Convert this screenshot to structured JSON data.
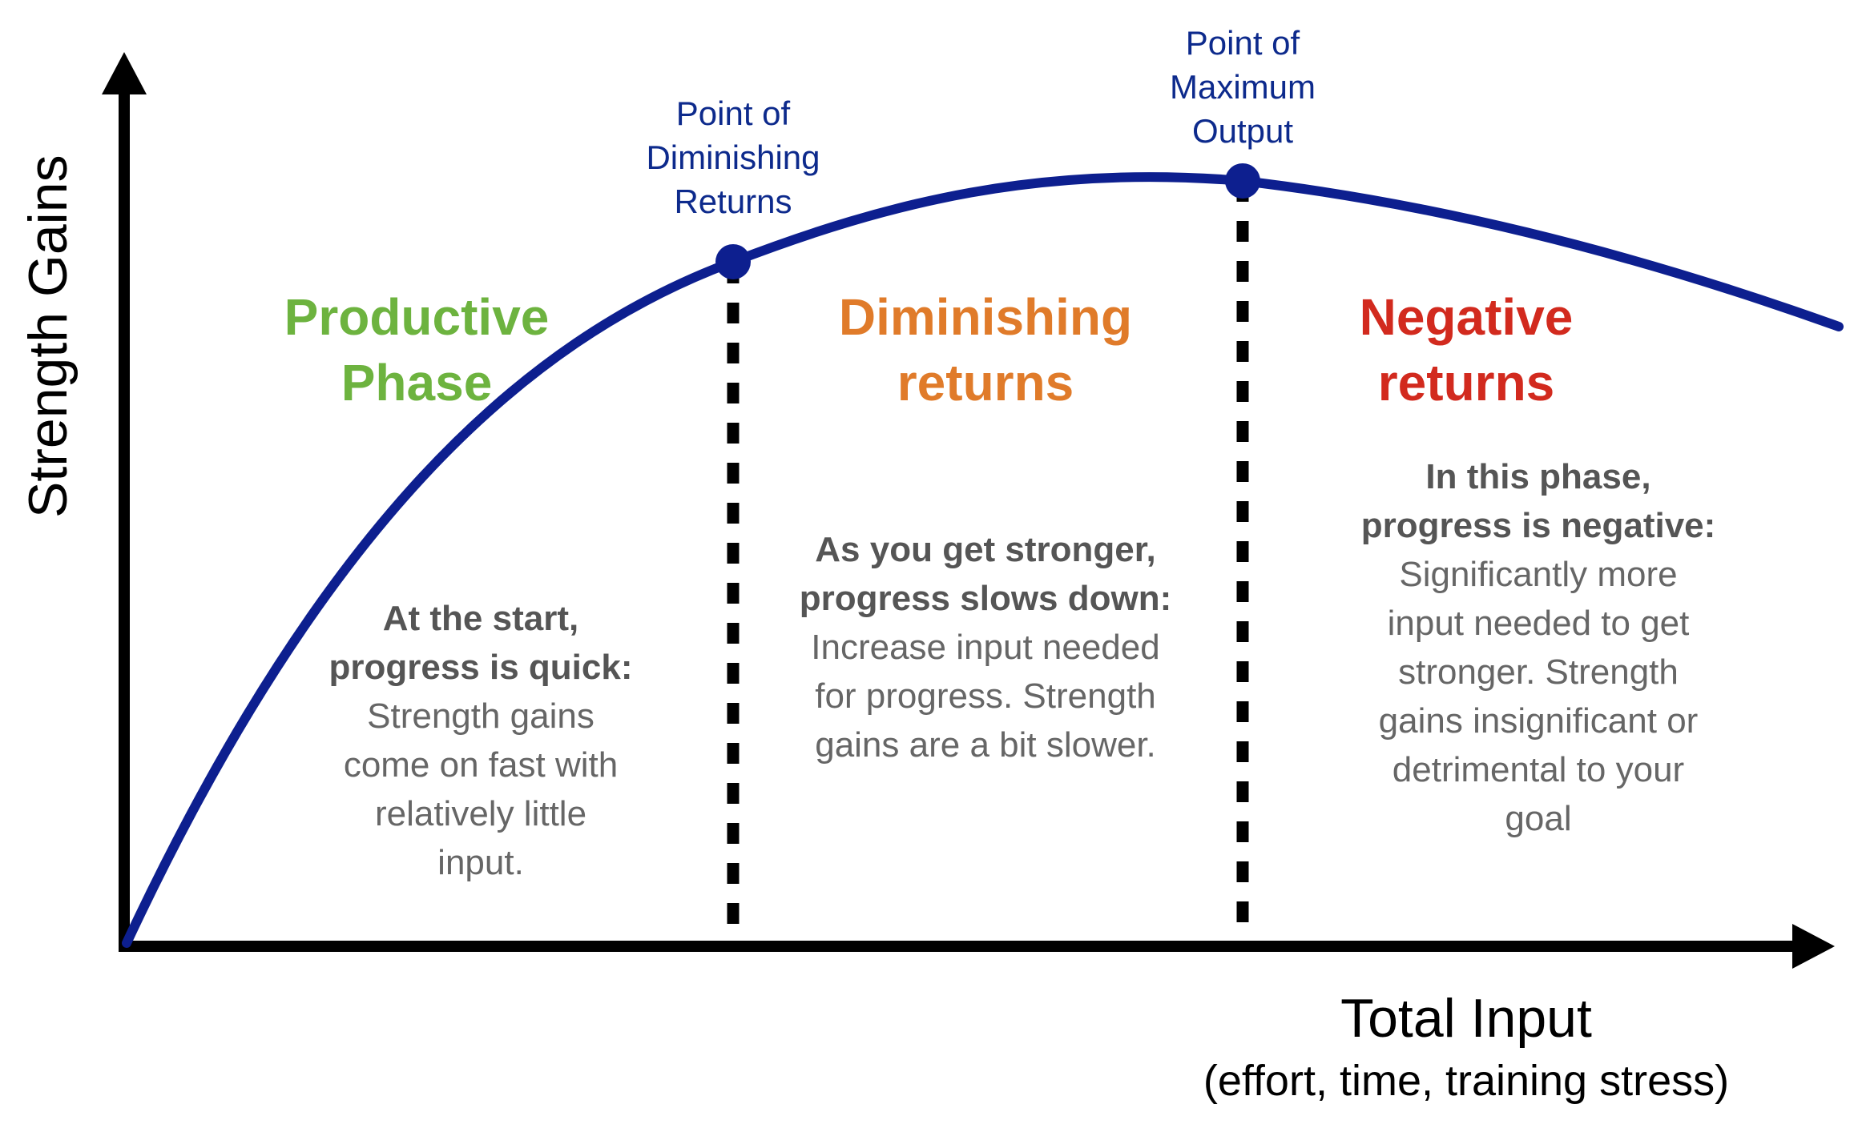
{
  "colors": {
    "curve": "#0d1f8f",
    "axes": "#000000",
    "point_label": "#0d2a8c",
    "productive": "#6db33f",
    "diminishing": "#e07b2a",
    "negative": "#d22a1e",
    "description": "#666666"
  },
  "axes": {
    "y_label": "Strength Gains",
    "x_label": "Total Input",
    "x_sublabel": "(effort, time, training stress)"
  },
  "points": {
    "diminishing": {
      "lines": [
        "Point of",
        "Diminishing",
        "Returns"
      ]
    },
    "maximum": {
      "lines": [
        "Point of",
        "Maximum",
        "Output"
      ]
    }
  },
  "phases": {
    "productive": {
      "title_lines": [
        "Productive",
        "Phase"
      ],
      "bold_lines": [
        "At the start,",
        "progress is quick:"
      ],
      "text_lines": [
        "Strength gains",
        "come on fast with",
        "relatively little",
        "input."
      ]
    },
    "diminishing": {
      "title_lines": [
        "Diminishing",
        "returns"
      ],
      "bold_lines": [
        "As you get stronger,",
        "progress slows down:"
      ],
      "text_lines": [
        "Increase input needed",
        "for progress. Strength",
        "gains are a bit slower."
      ]
    },
    "negative": {
      "title_lines": [
        "Negative",
        "returns"
      ],
      "bold_lines": [
        "In this phase,",
        "progress is negative:"
      ],
      "text_lines": [
        "Significantly more",
        "input needed to get",
        "stronger. Strength",
        "gains insignificant or",
        "detrimental to your",
        "goal"
      ]
    }
  }
}
